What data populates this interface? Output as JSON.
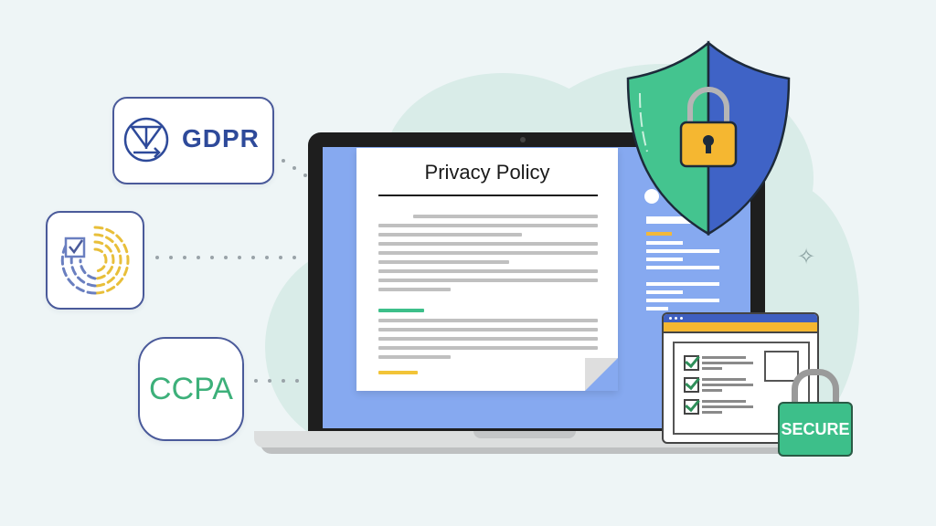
{
  "scene": {
    "description": "Privacy compliance illustration with laptop, policy document, shield, and compliance badges",
    "colors": {
      "background": "#eef5f6",
      "blob": "#d9ece8",
      "screen_blue": "#86a9f0",
      "shield_green": "#44c48f",
      "shield_blue": "#3f63c6",
      "lock_yellow": "#f5b731",
      "accent_green": "#3dbf8a",
      "accent_yellow": "#f2c438",
      "badge_border": "#4a5a9a",
      "gdpr_blue": "#2e4a9a"
    }
  },
  "badges": {
    "gdpr": {
      "label": "GDPR",
      "icon": "gdpr-emblem-icon"
    },
    "fingerprint": {
      "icon": "fingerprint-checklist-icon"
    },
    "ccpa": {
      "label": "CCPA"
    }
  },
  "document": {
    "title": "Privacy Policy",
    "section_markers": [
      "green",
      "yellow"
    ]
  },
  "shield": {
    "icon": "shield-lock-icon"
  },
  "browser_window": {
    "checklist_items": 3,
    "icon": "checklist-window-icon"
  },
  "secure_lock": {
    "label": "SECURE"
  },
  "sparkle": {
    "glyph": "✧"
  }
}
